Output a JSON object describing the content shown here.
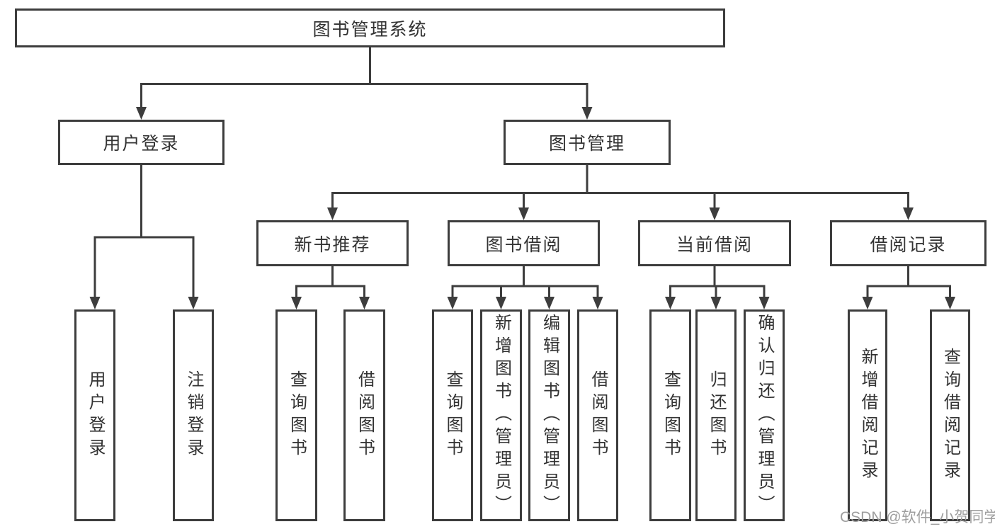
{
  "tree": {
    "label": "图书管理系统",
    "children": [
      {
        "label": "用户登录",
        "children": [
          {
            "label": "用户登录"
          },
          {
            "label": "注销登录"
          }
        ]
      },
      {
        "label": "图书管理",
        "children": [
          {
            "label": "新书推荐",
            "children": [
              {
                "label": "查询图书"
              },
              {
                "label": "借阅图书"
              }
            ]
          },
          {
            "label": "图书借阅",
            "children": [
              {
                "label": "查询图书"
              },
              {
                "label": "新增图书（管理员）"
              },
              {
                "label": "编辑图书（管理员）"
              },
              {
                "label": "借阅图书"
              }
            ]
          },
          {
            "label": "当前借阅",
            "children": [
              {
                "label": "查询图书"
              },
              {
                "label": "归还图书"
              },
              {
                "label": "确认归还（管理员）"
              }
            ]
          },
          {
            "label": "借阅记录",
            "children": [
              {
                "label": "新增借阅记录"
              },
              {
                "label": "查询借阅记录"
              }
            ]
          }
        ]
      }
    ]
  },
  "watermark": {
    "text": "CSDN @软件_小贺同学"
  },
  "colors": {
    "line": "#3d3d3d",
    "text": "#333333",
    "watermark": "#9e9e9e",
    "background": "#ffffff"
  }
}
